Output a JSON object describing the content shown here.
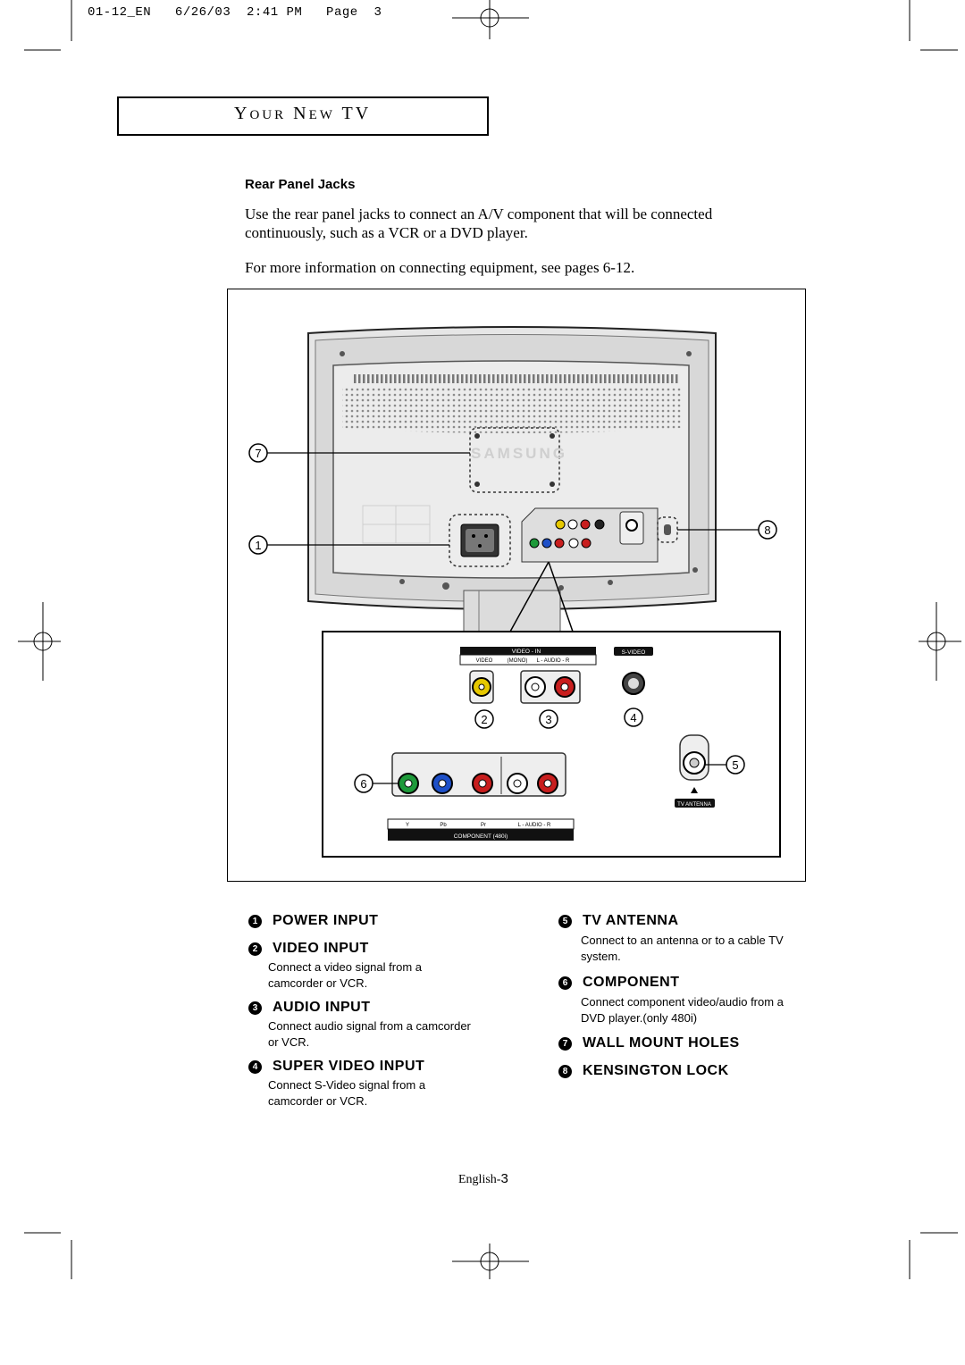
{
  "print_slug": "01-12_EN   6/26/03  2:41 PM   Page  3",
  "section": {
    "t1": "Y",
    "t2": "OUR",
    "t3": "N",
    "t4": "EW",
    "t5": "TV"
  },
  "heading": "Rear Panel Jacks",
  "intro_paragraph": "Use the rear panel jacks to connect an A/V component that will be connected continuously, such as a VCR or a DVD player.",
  "more_info": "For more information on connecting equipment, see pages 6-12.",
  "figure": {
    "brand": "SAMSUNG",
    "callouts": [
      "1",
      "2",
      "3",
      "4",
      "5",
      "6",
      "7",
      "8"
    ],
    "top_panel": {
      "video_in_label": "VIDEO - IN",
      "video_label": "VIDEO",
      "mono_label": "(MONO)",
      "audio_label": "L - AUDIO - R",
      "svideo_label": "S-VIDEO"
    },
    "component_panel": {
      "y_label": "Y",
      "pb_label": "Pb",
      "pr_label": "Pr",
      "audio_label": "L - AUDIO - R",
      "component_label": "COMPONENT  (480i)"
    },
    "antenna_label": "TV ANTENNA"
  },
  "items": [
    {
      "number": "1",
      "title": "POWER INPUT",
      "description": ""
    },
    {
      "number": "2",
      "title": "VIDEO INPUT",
      "description": "Connect a video signal from a camcorder or VCR."
    },
    {
      "number": "3",
      "title": "AUDIO INPUT",
      "description": "Connect audio signal from a camcorder or VCR."
    },
    {
      "number": "4",
      "title": "SUPER VIDEO INPUT",
      "description": "Connect S-Video signal from a camcorder or VCR."
    },
    {
      "number": "5",
      "title": "TV ANTENNA",
      "description": "Connect to an antenna or to a cable TV system."
    },
    {
      "number": "6",
      "title": "COMPONENT",
      "description": "Connect component video/audio from a DVD player.(only 480i)"
    },
    {
      "number": "7",
      "title": "WALL MOUNT HOLES",
      "description": ""
    },
    {
      "number": "8",
      "title": "KENSINGTON LOCK",
      "description": ""
    }
  ],
  "footer": {
    "prefix": "English-",
    "page": "3"
  }
}
